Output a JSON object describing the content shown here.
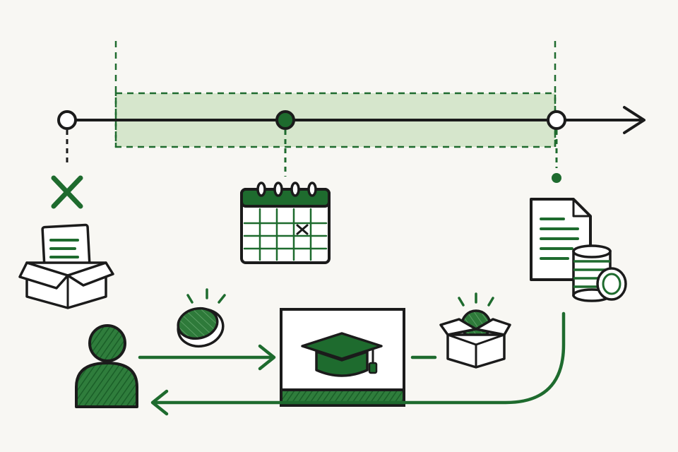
{
  "theme": {
    "background": "#f8f7f3",
    "ink": "#1b1b1b",
    "accent": "#1e6b2e",
    "band_fill": "#d6e6cc"
  },
  "timeline": {
    "milestones": [
      {
        "id": "start",
        "state": "open"
      },
      {
        "id": "middle",
        "state": "filled"
      },
      {
        "id": "end",
        "state": "open"
      }
    ]
  },
  "icons": [
    "cross-icon",
    "document-box-icon",
    "calendar-icon",
    "document-icon",
    "coin-stack-icon",
    "person-icon",
    "coin-icon",
    "graduation-screen-icon",
    "coin-box-icon"
  ]
}
